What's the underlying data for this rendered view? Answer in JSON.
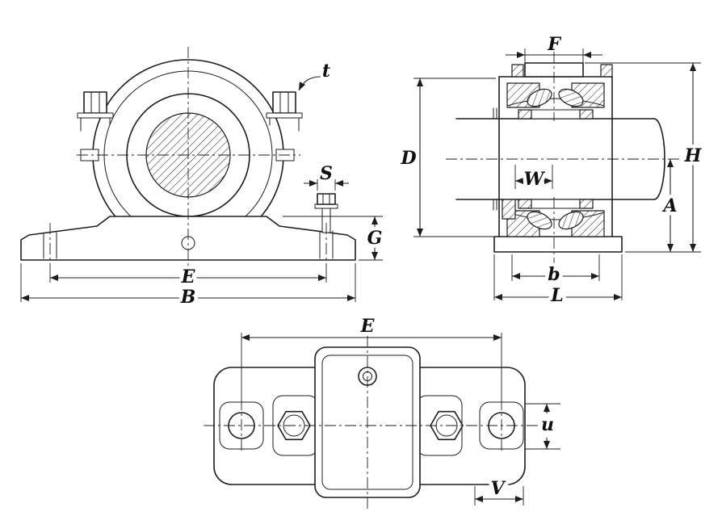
{
  "drawing": {
    "subject": "pillow-block-bearing-dimensional-drawing",
    "background": "#ffffff",
    "line_color": "#1d1d1d",
    "views": {
      "front": {
        "name": "front-elevation-view",
        "dims": {
          "t": "t",
          "S": "S",
          "G": "G",
          "E": "E",
          "B": "B"
        }
      },
      "section": {
        "name": "shaft-cross-section-view",
        "dims": {
          "F": "F",
          "D": "D",
          "W": "W",
          "A": "A",
          "H": "H",
          "b": "b",
          "L": "L"
        }
      },
      "plan": {
        "name": "base-plan-view",
        "dims": {
          "E": "E",
          "u": "u",
          "V": "V"
        }
      }
    }
  }
}
